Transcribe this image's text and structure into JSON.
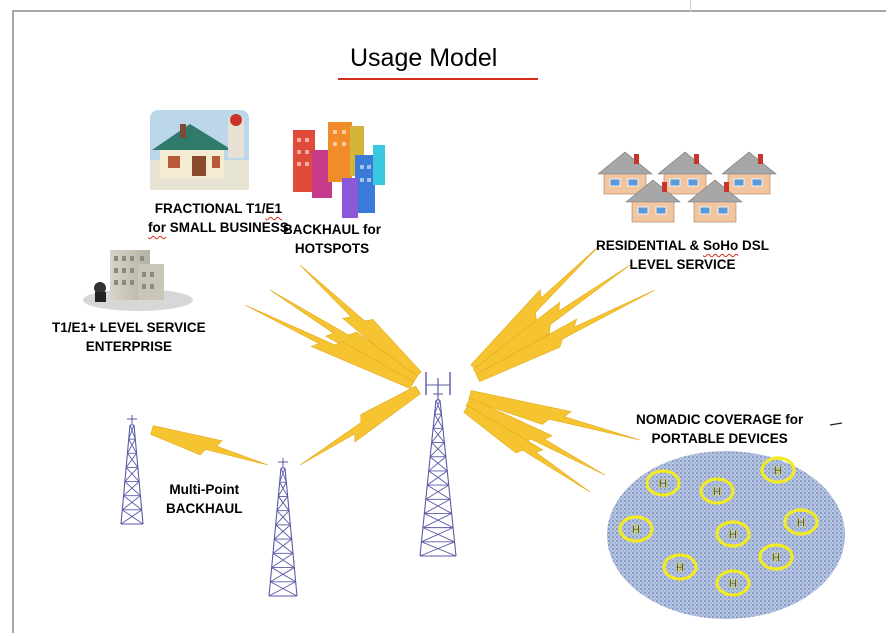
{
  "title": "Usage Model",
  "labels": {
    "fractional": {
      "line1_a": "FRACTIONAL T1/",
      "line1_b": "E1",
      "line2_a": "for",
      "line2_b": " SMALL BUSINESS"
    },
    "backhaul_hotspots": {
      "line1": "BACKHAUL for",
      "line2": "HOTSPOTS"
    },
    "residential": {
      "line1_a": "RESIDENTIAL & ",
      "line1_b": "SoHo",
      "line1_c": " DSL",
      "line2": "LEVEL SERVICE"
    },
    "enterprise": {
      "line1": "T1/E1+ LEVEL SERVICE",
      "line2": "ENTERPRISE"
    },
    "nomadic": {
      "line1": "NOMADIC COVERAGE for",
      "line2": "PORTABLE DEVICES"
    },
    "multipoint": {
      "line1": "Multi-Point",
      "line2": "BACKHAUL"
    }
  },
  "hotspot_symbol": "H",
  "colors": {
    "title_underline": "#d32e1d",
    "lightning": "#f6c431",
    "tower": "#5a5aa6",
    "coverage_fill": "#9fb4d8",
    "hotspot": "#f2ea23"
  }
}
